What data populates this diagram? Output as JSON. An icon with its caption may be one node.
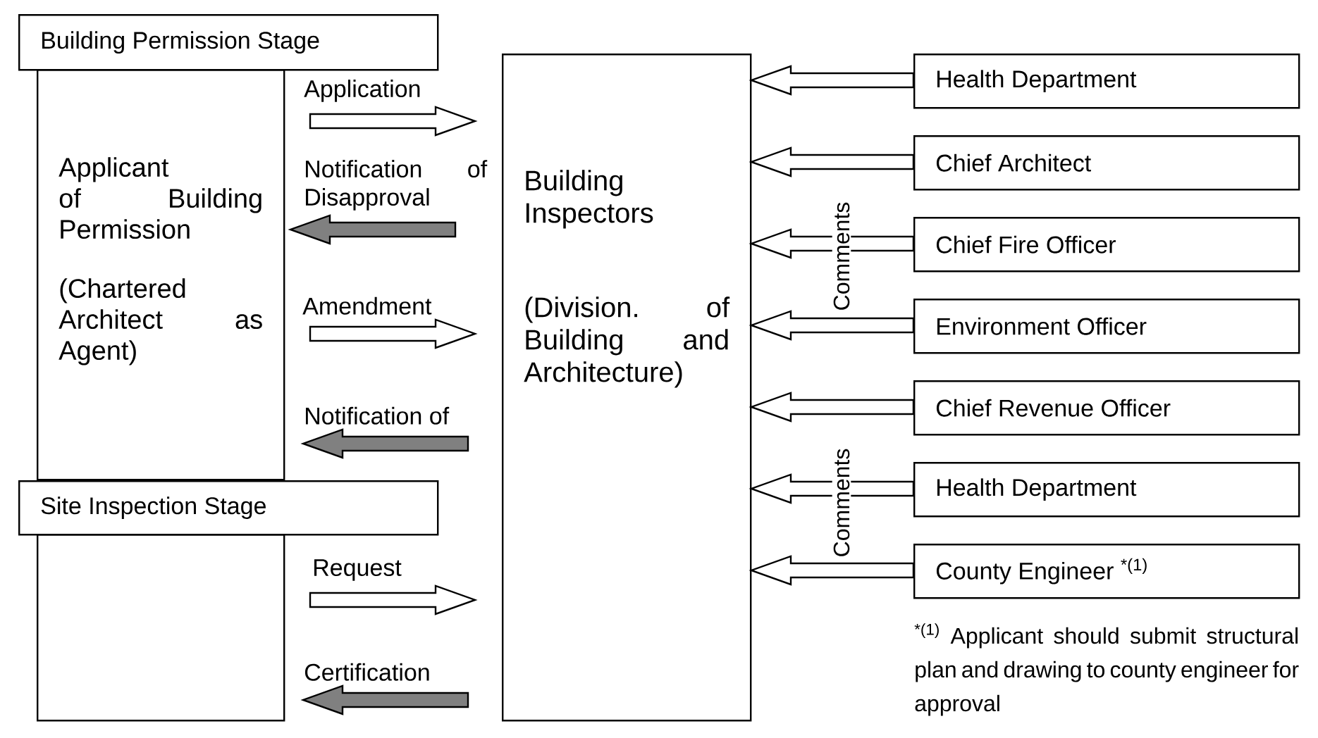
{
  "diagram": {
    "nodes": [
      {
        "text": [
          "Building Permission Stage"
        ]
      },
      {
        "text": [
          "Applicant of Building Permission",
          "(Chartered Architect as Agent)"
        ]
      },
      {
        "text": [
          "Site Inspection Stage"
        ]
      },
      {
        "text": [],
        "shape": "box"
      },
      {
        "text": [
          "Building Inspectors",
          "(Division. of Building and Architecture)"
        ]
      },
      {
        "text": [
          "Health Department"
        ]
      },
      {
        "text": [
          "Chief Architect"
        ]
      },
      {
        "text": [
          "Chief Fire Officer"
        ]
      },
      {
        "text": [
          "Environment Officer"
        ]
      },
      {
        "text": [
          "Chief Revenue Officer"
        ]
      },
      {
        "text": [
          "Health Department"
        ]
      },
      {
        "text": [
          "County Engineer $^{*(1)}$"
        ]
      }
    ],
    "edges": [
      {
        "from": 1,
        "to": 4,
        "arrow": "to",
        "label": "Application"
      },
      {
        "from": 4,
        "to": 1,
        "arrow": "to",
        "label": "Notification of Disapproval",
        "color": "#808080"
      },
      {
        "from": 1,
        "to": 4,
        "arrow": "to",
        "label": "Amendment"
      },
      {
        "from": 4,
        "to": 1,
        "arrow": "to",
        "label": "Notification of",
        "color": "#808080"
      },
      {
        "from": 3,
        "to": 4,
        "arrow": "to",
        "label": "Request"
      },
      {
        "from": 4,
        "to": 3,
        "arrow": "to",
        "label": "Certification",
        "color": "#808080"
      },
      {
        "from": 5,
        "to": 4,
        "arrow": "to"
      },
      {
        "from": 6,
        "to": 4,
        "arrow": "to"
      },
      {
        "from": 7,
        "to": 4,
        "arrow": "to"
      },
      {
        "from": 8,
        "to": 4,
        "arrow": "to"
      },
      {
        "from": 9,
        "to": 4,
        "arrow": "to"
      },
      {
        "from": 10,
        "to": 4,
        "arrow": "to"
      },
      {
        "from": 11,
        "to": 4,
        "arrow": "to"
      }
    ],
    "labels": [
      "Comments",
      "Comments",
      "$^{*(1)}$ Applicant should submit structural plan and drawing to county engineer for approval"
    ]
  }
}
